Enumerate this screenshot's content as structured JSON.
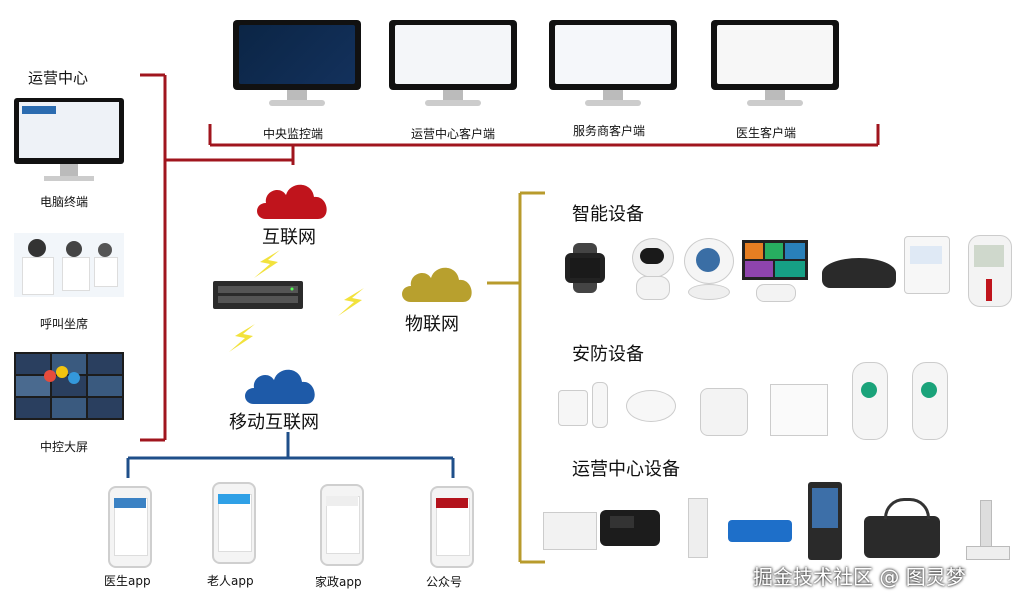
{
  "terminals": {
    "central": "中央监控端",
    "ops_client": "运营中心客户端",
    "provider_client": "服务商客户端",
    "doctor_client": "医生客户端"
  },
  "left": {
    "title": "运营中心",
    "pc": "电脑终端",
    "callcenter": "呼叫坐席",
    "bigscreen": "中控大屏"
  },
  "network": {
    "internet": "互联网",
    "iot": "物联网",
    "mobile": "移动互联网"
  },
  "apps": {
    "doctor": "医生app",
    "elderly": "老人app",
    "housekeeping": "家政app",
    "official": "公众号"
  },
  "sections": {
    "smart": "智能设备",
    "security": "安防设备",
    "ops": "运营中心设备"
  },
  "watermark": "掘金技术社区 @ 图灵梦",
  "colors": {
    "red_line": "#a0151e",
    "blue_line": "#1f4f8a",
    "gold_line": "#b89b2c",
    "red_cloud": "#c0141c",
    "blue_cloud": "#1e5aa8",
    "gold_cloud": "#b8a02e",
    "lightning": "#f2e23c"
  },
  "icons": {
    "cloud": "cloud-icon",
    "lightning": "lightning-icon",
    "server": "server-icon",
    "monitor": "monitor-icon",
    "phone": "phone-icon"
  }
}
